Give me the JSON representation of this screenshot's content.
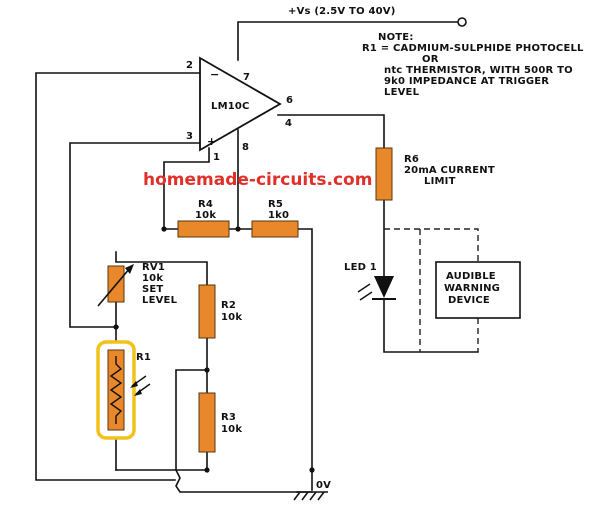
{
  "supply_label": "+Vs (2.5V TO 40V)",
  "note": {
    "line1": "NOTE:",
    "line2": "R1 = CADMIUM-SULPHIDE PHOTOCELL",
    "line3": "OR",
    "line4": "ntc THERMISTOR, WITH 500R TO",
    "line5": "9k0 IMPEDANCE AT TRIGGER",
    "line6": "LEVEL"
  },
  "opamp": {
    "name": "LM10C",
    "minus": "−",
    "plus": "+"
  },
  "pins": {
    "p2": "2",
    "p3": "3",
    "p7": "7",
    "p6": "6",
    "p4": "4",
    "p1": "1",
    "p8": "8"
  },
  "watermark": "homemade-circuits.com",
  "r4": {
    "name": "R4",
    "value": "10k"
  },
  "r5": {
    "name": "R5",
    "value": "1k0"
  },
  "r6": {
    "name": "R6",
    "desc1": "20mA CURRENT",
    "desc2": "LIMIT"
  },
  "rv1": {
    "name": "RV1",
    "value": "10k",
    "desc1": "SET",
    "desc2": "LEVEL"
  },
  "r2": {
    "name": "R2",
    "value": "10k"
  },
  "r3": {
    "name": "R3",
    "value": "10k"
  },
  "r1": {
    "name": "R1"
  },
  "led": {
    "name": "LED 1"
  },
  "device": {
    "line1": "AUDIBLE",
    "line2": "WARNING",
    "line3": "DEVICE"
  },
  "ground": "0V",
  "colors": {
    "resistor": "#e8882a",
    "highlight": "#f2c21b",
    "watermark": "#e0302a",
    "wire": "#111111"
  }
}
